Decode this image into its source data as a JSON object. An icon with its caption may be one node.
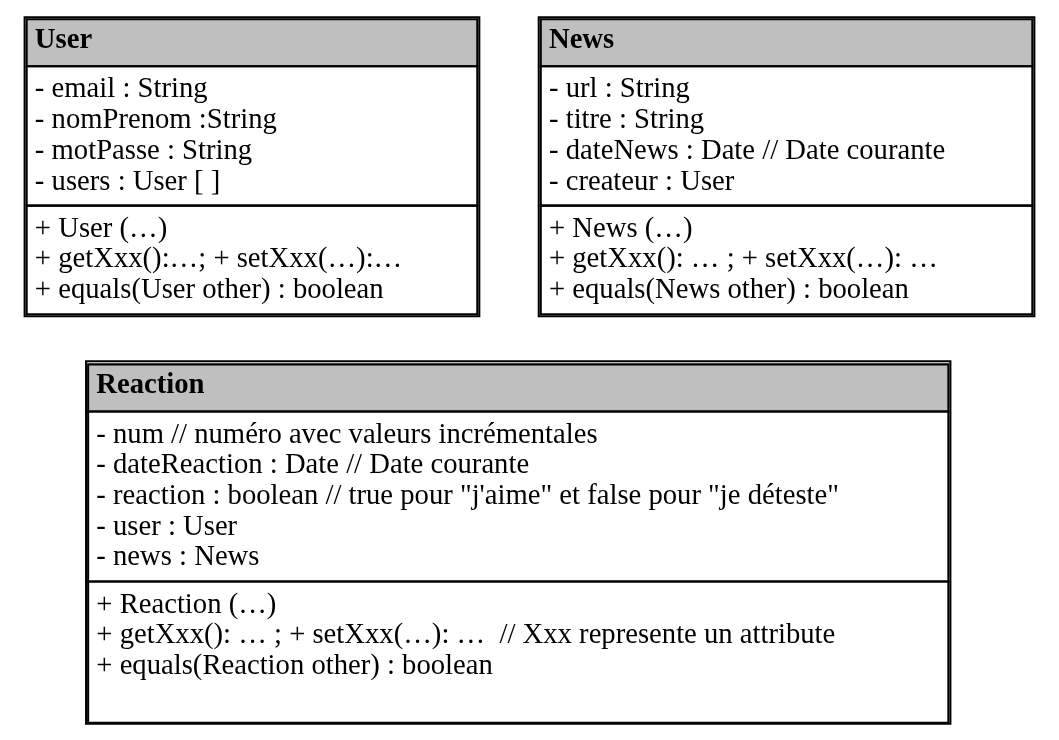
{
  "diagram": {
    "nodes": [
      {
        "text": [
          "User",
          "- email : String",
          "- nomPrenom :String",
          "- motPasse : String",
          "- users : User [ ]",
          "+ User (…)",
          "+ getXxx():…; + setXxx(…):…",
          "+ equals(User other) : boolean"
        ]
      },
      {
        "text": [
          "News",
          "- url : String",
          "- titre : String",
          "- dateNews : Date // Date courante",
          "- createur : User",
          "+ News (…)",
          "+ getXxx(): … ; + setXxx(…): …",
          "+ equals(News other) : boolean"
        ]
      },
      {
        "text": [
          "Reaction",
          "- num // numéro avec valeurs incrémentales",
          "- dateReaction : Date // Date courante",
          "- reaction : boolean // true pour \"j'aime\" et false pour \"je déteste\"",
          "- user : User",
          "- news : News",
          "+ Reaction (…)",
          "+ getXxx(): … ; + setXxx(…): …  // Xxx represente un attribute",
          "+ equals(Reaction other) : boolean"
        ]
      }
    ],
    "edges": []
  }
}
